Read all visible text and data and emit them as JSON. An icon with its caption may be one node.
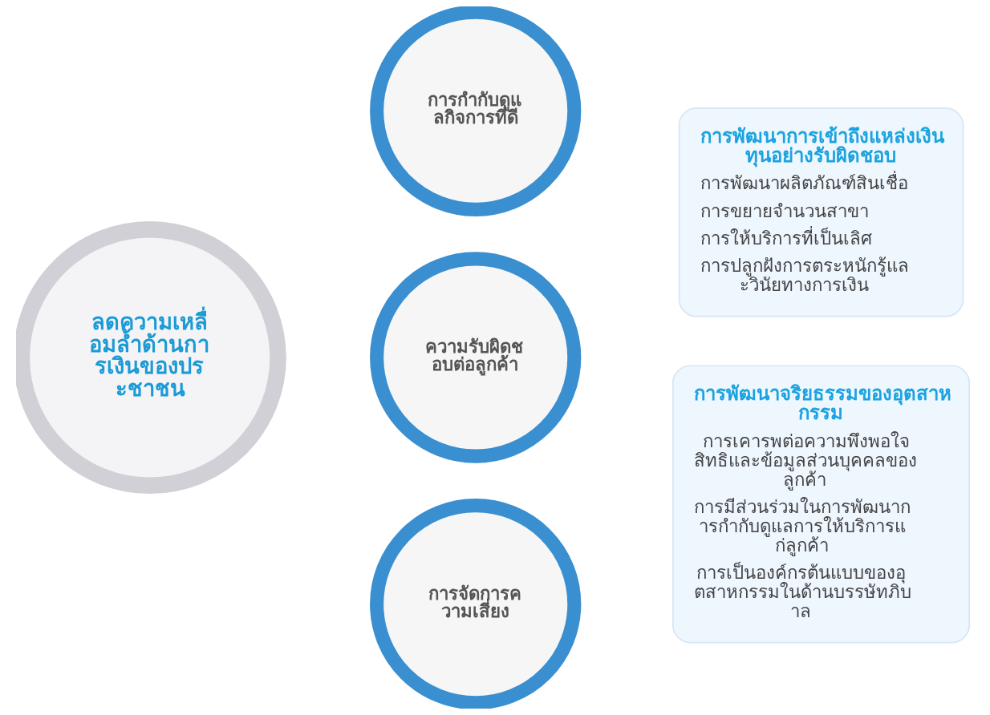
{
  "diagram": {
    "nodes": [
      {
        "text": [
          "ลดความเหลื่อมล้ำด้านการเงินของประชาชน"
        ]
      },
      {
        "text": [
          "การกำกับดูแลกิจการที่ดี"
        ]
      },
      {
        "text": [
          "ความรับผิดชอบต่อลูกค้า"
        ]
      },
      {
        "text": [
          "การจัดการความเสี่ยง"
        ]
      },
      {
        "text": [
          "การพัฒนาการเข้าถึงแหล่งเงินทุนอย่างรับผิดชอบ",
          "การพัฒนาผลิตภัณฑ์สินเชื่อ",
          "การขยายจำนวนสาขา",
          "การให้บริการที่เป็นเลิศ",
          "การปลูกฝังการตระหนักรู้และวินัยทางการเงิน"
        ]
      },
      {
        "text": [
          "การพัฒนาจริยธรรมของอุตสาหกรรม",
          "การเคารพต่อความพึงพอใจสิทธิและข้อมูลส่วนบุคคลของลูกค้า",
          "การมีส่วนร่วมในการพัฒนาการกำกับดูแลการให้บริการแก่ลูกค้า",
          "การเป็นองค์กรต้นแบบของอุตสาหกรรมในด้านบรรษัทภิบาล"
        ]
      }
    ]
  }
}
